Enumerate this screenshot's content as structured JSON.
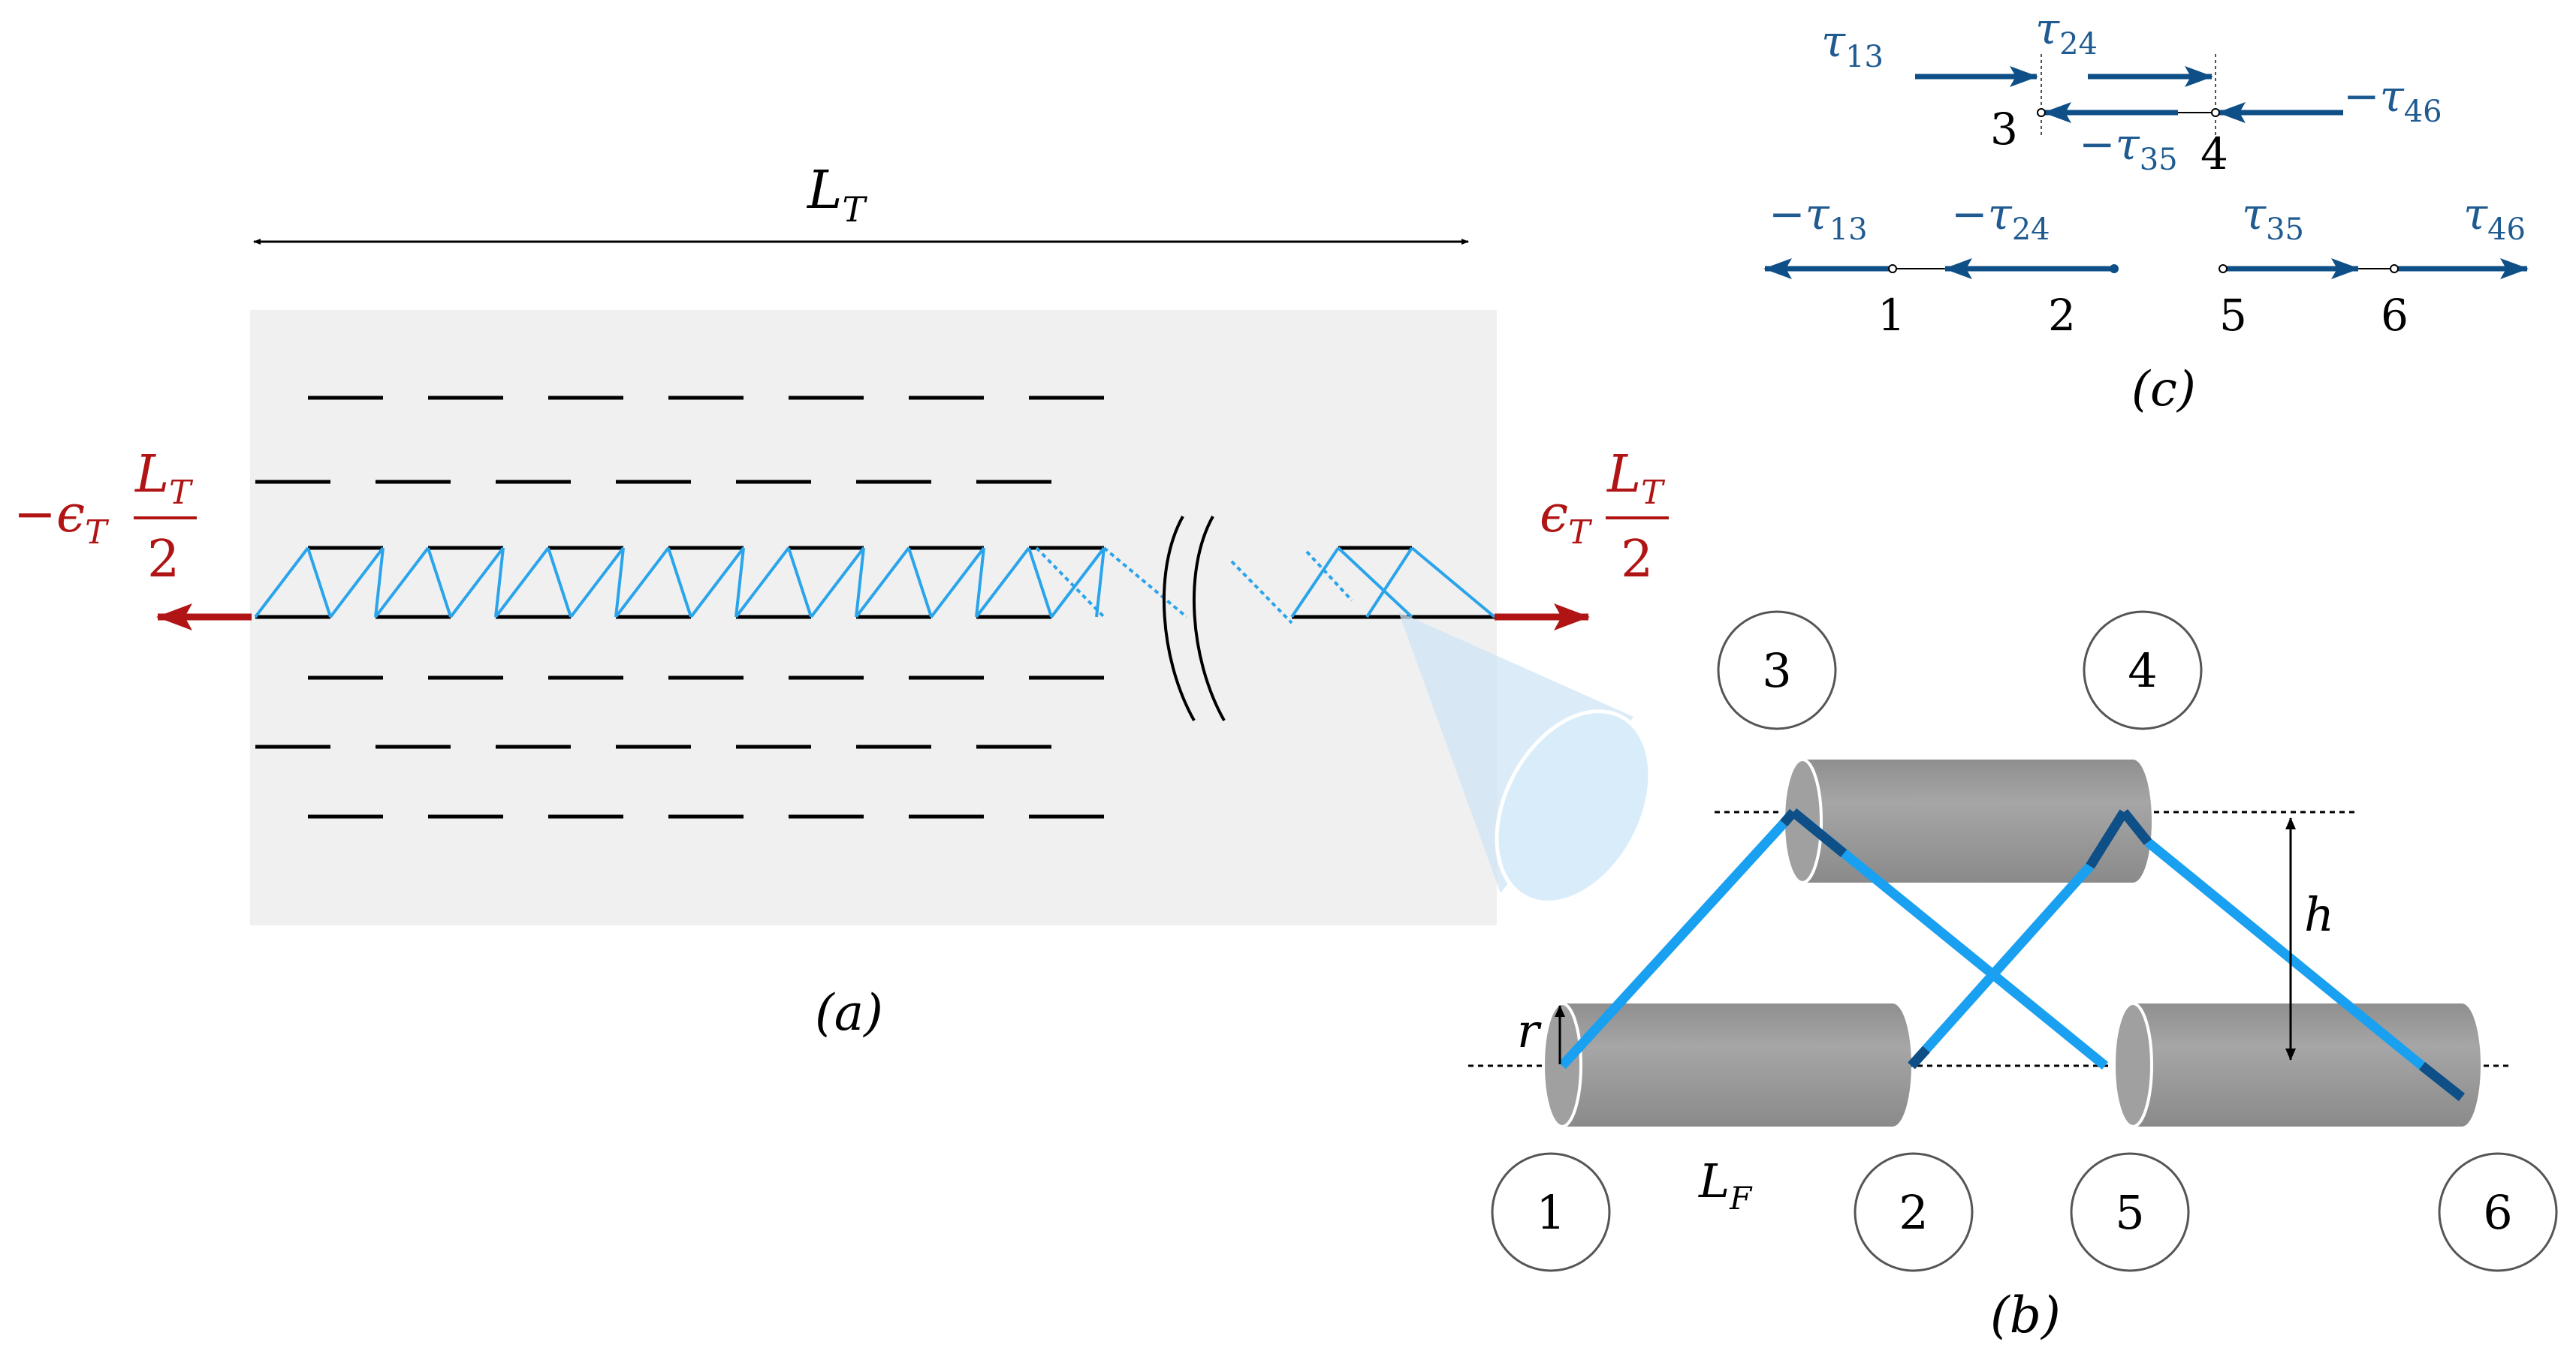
{
  "colors": {
    "panel_bg": "#f0f0f0",
    "fiber_line": "#000000",
    "truss_blue": "#2aa4ea",
    "dark_blue": "#0d4f86",
    "label_blue": "#1f5b91",
    "strain_red": "#b01414",
    "cylinder_gray": "#9e9e9e",
    "cone_blue": "#cfe6f6"
  },
  "panel_a": {
    "length_label": {
      "symbol": "L",
      "sub": "T"
    },
    "strain_left": {
      "sign": "−",
      "eps": "ϵ",
      "eps_sub": "T",
      "num": "L",
      "num_sub": "T",
      "den": "2"
    },
    "strain_right": {
      "sign": "",
      "eps": "ϵ",
      "eps_sub": "T",
      "num": "L",
      "num_sub": "T",
      "den": "2"
    },
    "caption": "(a)",
    "icons": [
      "double-arrow-icon",
      "left-arrow-icon",
      "right-arrow-icon",
      "break-mark-icon",
      "zoom-cone-icon"
    ]
  },
  "panel_b": {
    "nodes": [
      {
        "id": "n1",
        "label": "1"
      },
      {
        "id": "n2",
        "label": "2"
      },
      {
        "id": "n3",
        "label": "3"
      },
      {
        "id": "n4",
        "label": "4"
      },
      {
        "id": "n5",
        "label": "5"
      },
      {
        "id": "n6",
        "label": "6"
      }
    ],
    "h_label": "h",
    "r_label": "r",
    "lf_label": {
      "symbol": "L",
      "sub": "F"
    },
    "caption": "(b)"
  },
  "panel_c": {
    "forces": {
      "t13": {
        "sign": "",
        "sym": "τ",
        "sub": "13"
      },
      "t24": {
        "sign": "",
        "sym": "τ",
        "sub": "24"
      },
      "m46": {
        "sign": "−",
        "sym": "τ",
        "sub": "46"
      },
      "m35": {
        "sign": "−",
        "sym": "τ",
        "sub": "35"
      },
      "m13": {
        "sign": "−",
        "sym": "τ",
        "sub": "13"
      },
      "m24": {
        "sign": "−",
        "sym": "τ",
        "sub": "24"
      },
      "t35": {
        "sign": "",
        "sym": "τ",
        "sub": "35"
      },
      "t46": {
        "sign": "",
        "sym": "τ",
        "sub": "46"
      }
    },
    "node_labels": {
      "n3": "3",
      "n4": "4",
      "n1": "1",
      "n2": "2",
      "n5": "5",
      "n6": "6"
    },
    "caption": "(c)"
  }
}
